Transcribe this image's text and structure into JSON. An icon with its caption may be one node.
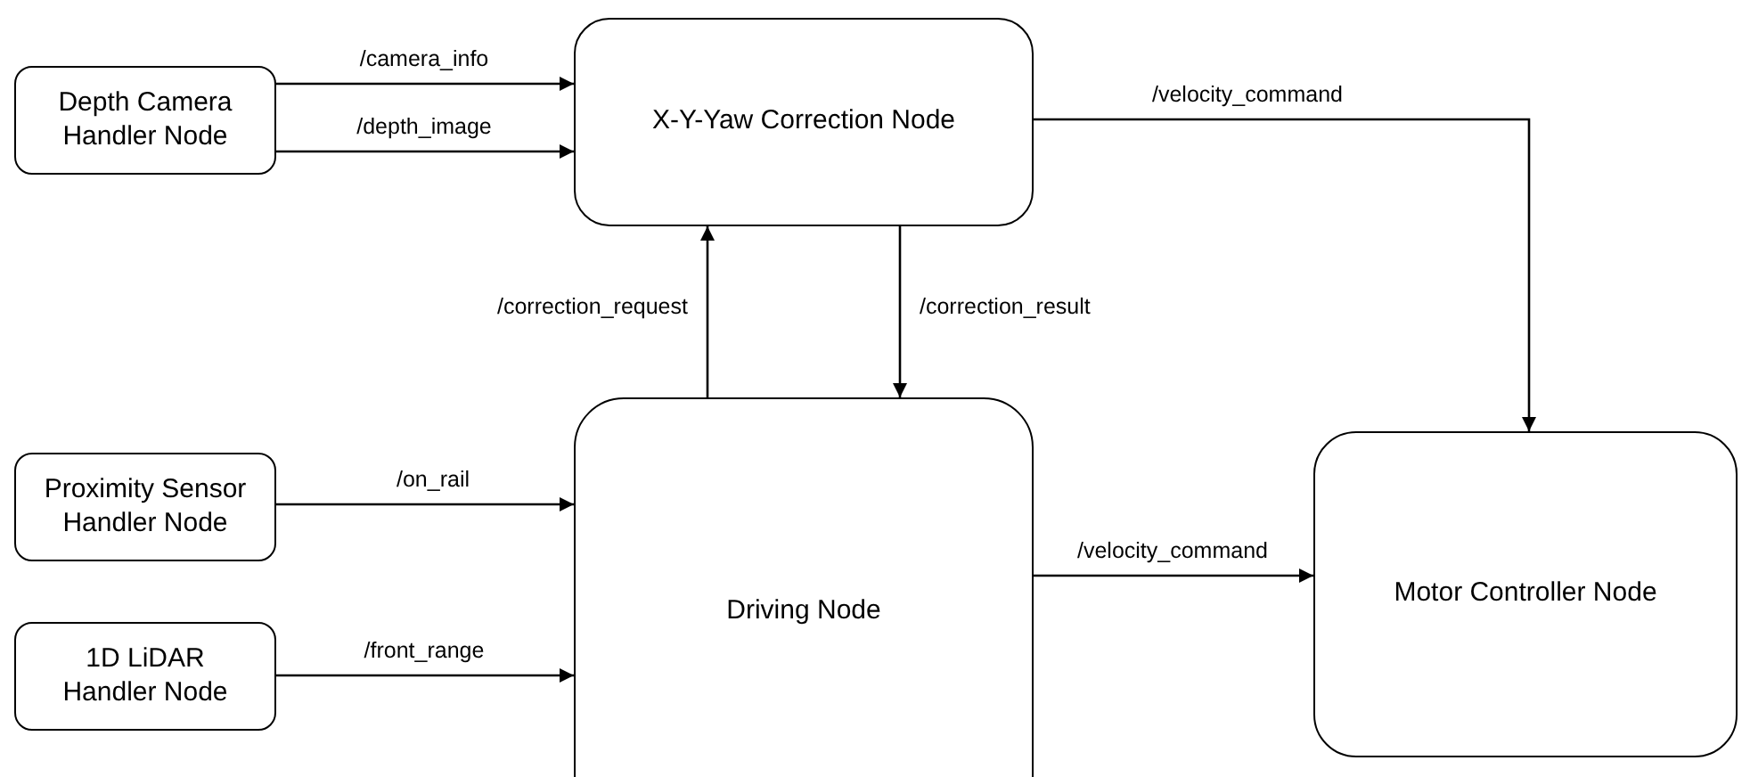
{
  "diagram": {
    "nodes": [
      {
        "text": [
          "Depth Camera Handler Node"
        ]
      },
      {
        "text": [
          "X-Y-Yaw Correction Node"
        ]
      },
      {
        "text": [
          "Proximity Sensor Handler Node"
        ]
      },
      {
        "text": [
          "1D LiDAR Handler Node"
        ]
      },
      {
        "text": [
          "Driving Node"
        ]
      },
      {
        "text": [
          "Motor Controller Node"
        ]
      }
    ],
    "edges": [
      {
        "from": 0,
        "to": 1,
        "arrow": "to",
        "label": "/camera_info"
      },
      {
        "from": 0,
        "to": 1,
        "arrow": "to",
        "label": "/depth_image"
      },
      {
        "from": 1,
        "to": 5,
        "arrow": "to",
        "label": "/velocity_command"
      },
      {
        "from": 4,
        "to": 1,
        "arrow": "to",
        "label": "/correction_request"
      },
      {
        "from": 1,
        "to": 4,
        "arrow": "to",
        "label": "/correction_result"
      },
      {
        "from": 2,
        "to": 4,
        "arrow": "to",
        "label": "/on_rail"
      },
      {
        "from": 3,
        "to": 4,
        "arrow": "to",
        "label": "/front_range"
      },
      {
        "from": 4,
        "to": 5,
        "arrow": "to",
        "label": "/velocity_command"
      }
    ]
  }
}
